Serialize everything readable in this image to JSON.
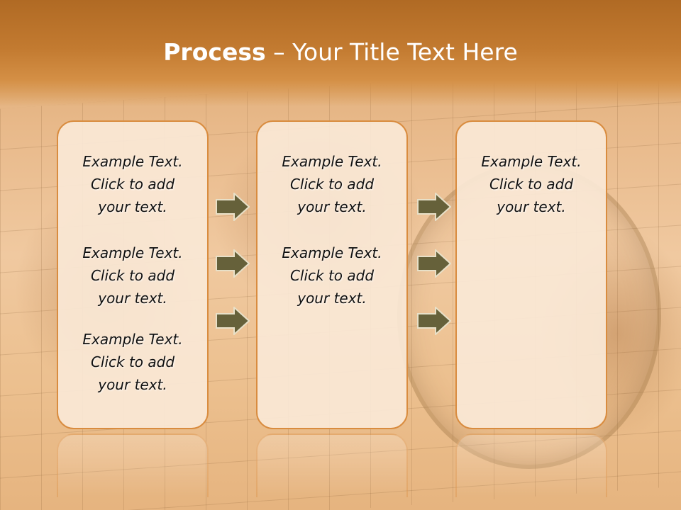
{
  "slide": {
    "title_bold": "Process",
    "title_rest": "– Your Title Text Here"
  },
  "columns": [
    {
      "blocks": [
        {
          "line1": "Example Text.",
          "line2": "Click  to add",
          "line3": "your text."
        },
        {
          "line1": "Example Text.",
          "line2": "Click  to add",
          "line3": "your text."
        },
        {
          "line1": "Example Text.",
          "line2": "Click  to add",
          "line3": "your text."
        }
      ]
    },
    {
      "blocks": [
        {
          "line1": "Example Text.",
          "line2": "Click  to add",
          "line3": "your text."
        },
        {
          "line1": "Example Text.",
          "line2": "Click  to add",
          "line3": "your text."
        }
      ]
    },
    {
      "blocks": [
        {
          "line1": "Example Text.",
          "line2": "Click  to add",
          "line3": "your text."
        }
      ]
    }
  ],
  "arrows": {
    "icon": "right-arrow-icon",
    "fill": "#66613a",
    "stroke": "#e8e0c8"
  },
  "colors": {
    "header": "#c27a30",
    "card_border": "#d98c3f",
    "card_fill": "#fae8d6"
  }
}
